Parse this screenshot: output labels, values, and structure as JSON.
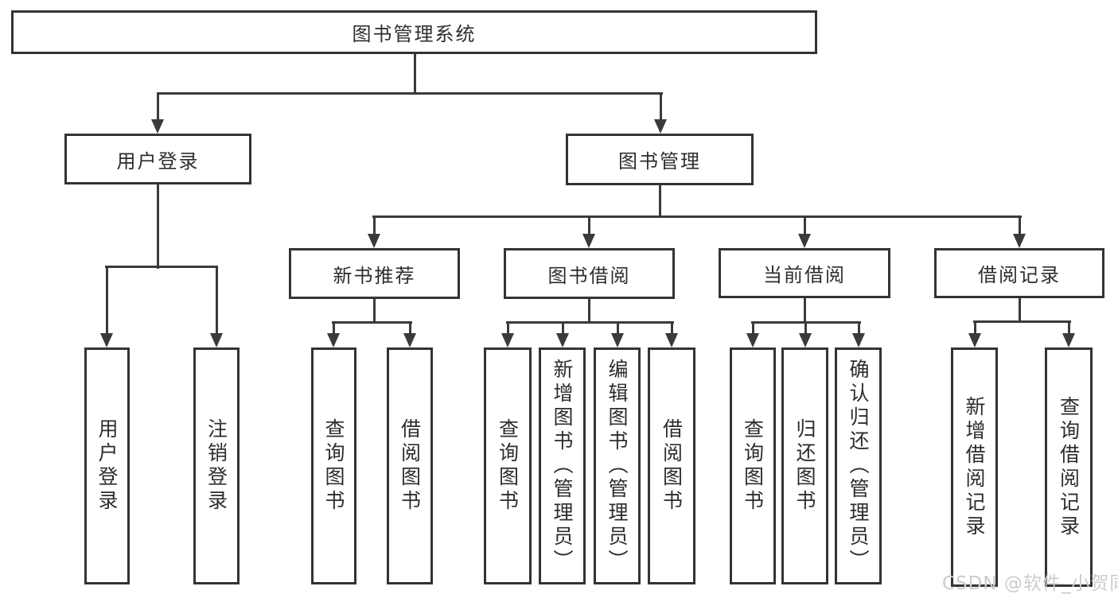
{
  "nodes": {
    "root": "图书管理系统",
    "user_login": "用户登录",
    "book_mgmt": "图书管理",
    "new_book": "新书推荐",
    "book_borrow": "图书借阅",
    "current_borrow": "当前借阅",
    "borrow_record": "借阅记录"
  },
  "leaves": {
    "user_login": [
      "用户登录",
      "注销登录"
    ],
    "new_book": [
      "查询图书",
      "借阅图书"
    ],
    "book_borrow": [
      "查询图书",
      "新增图书（管理员）",
      "编辑图书（管理员）",
      "借阅图书"
    ],
    "current_borrow": [
      "查询图书",
      "归还图书",
      "确认归还（管理员）"
    ],
    "borrow_record": [
      "新增借阅记录",
      "查询借阅记录"
    ]
  },
  "watermark": "CSDN @软件_小贺同学",
  "colors": {
    "line": "#3a3a3a",
    "box_border": "#333333",
    "text": "#2d2d2d",
    "background": "#ffffff",
    "watermark": "#cccccc"
  }
}
